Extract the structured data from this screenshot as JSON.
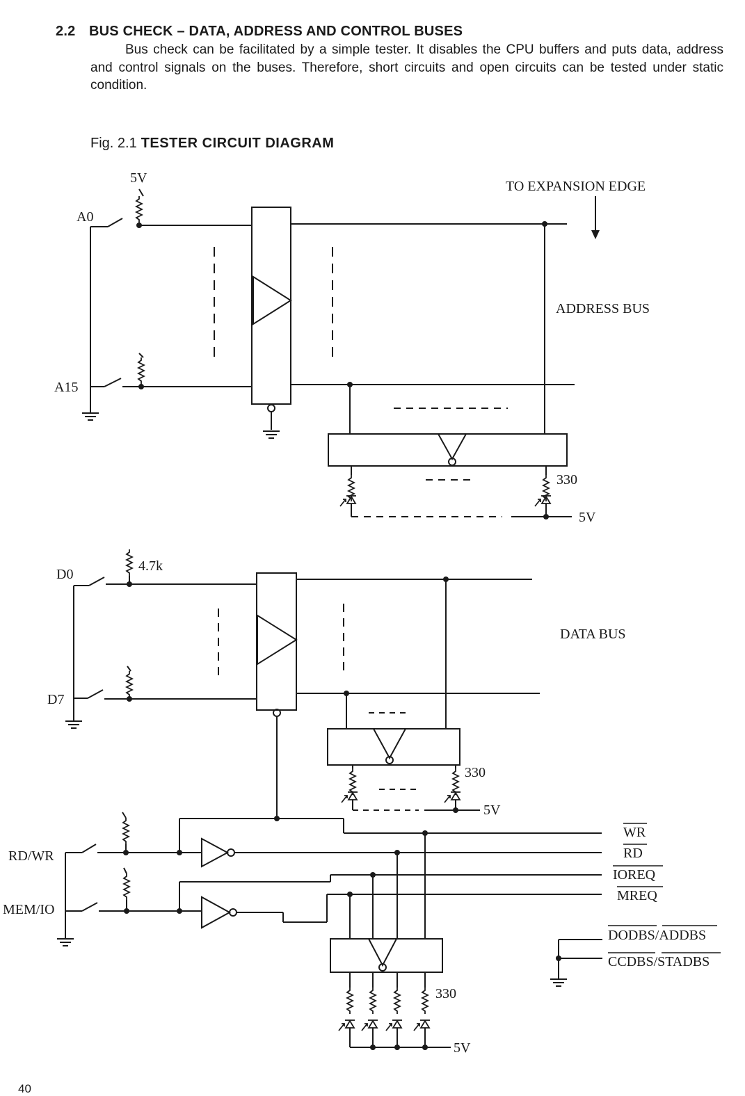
{
  "section": {
    "number": "2.2",
    "title": "BUS CHECK – DATA, ADDRESS AND CONTROL BUSES",
    "paragraph": "Bus check can be facilitated by a simple tester. It disables the CPU buffers and puts data, address and control signals on the buses. Therefore, short circuits and open circuits can be tested under static condition."
  },
  "figure": {
    "label": "Fig. 2.1",
    "title": "TESTER CIRCUIT DIAGRAM"
  },
  "diagram": {
    "supply_top": "5V",
    "expansion_label": "TO EXPANSION EDGE",
    "address_bus_label": "ADDRESS BUS",
    "data_bus_label": "DATA BUS",
    "a0": "A0",
    "a15": "A15",
    "d0": "D0",
    "d7": "D7",
    "pullup": "4.7k",
    "led_r_addr": "330",
    "led_r_data": "330",
    "led_r_ctrl": "330",
    "vcc_addr": "5V",
    "vcc_data": "5V",
    "vcc_ctrl": "5V",
    "rdwr": "RD/WR",
    "memio": "MEM/IO",
    "wr": "WR",
    "rd": "RD",
    "ioreq": "IOREQ",
    "mreq": "MREQ",
    "dodbs": "DODBS/ADDBS",
    "ccdbs": "CCDBS/STADBS"
  },
  "page_number": "40"
}
